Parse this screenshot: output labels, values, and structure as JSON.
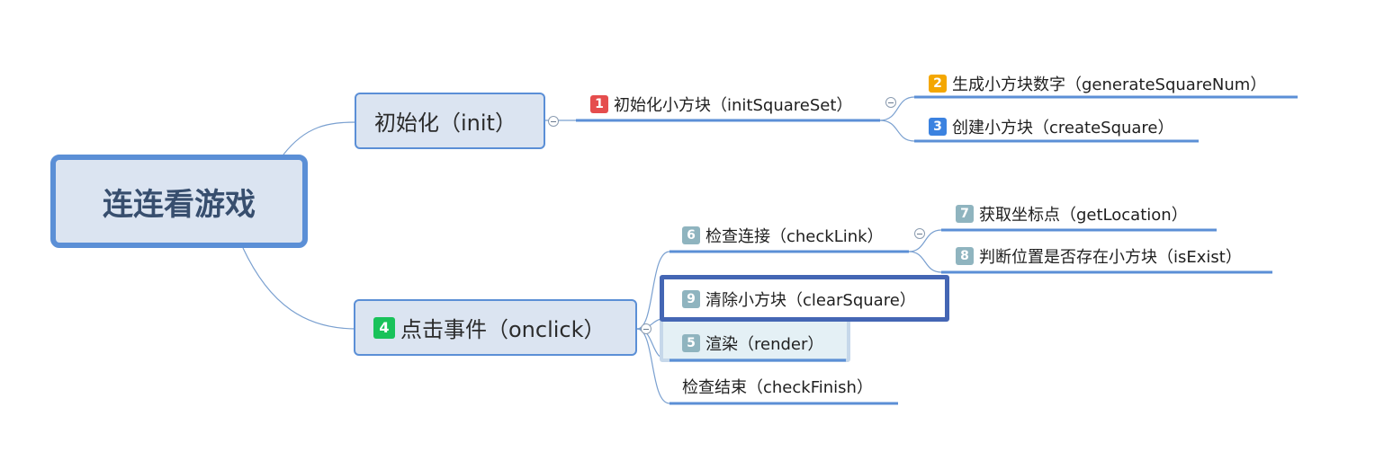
{
  "root": {
    "label": "连连看游戏"
  },
  "branches": [
    {
      "label": "初始化（init）",
      "children": [
        {
          "badge": "1",
          "label": "初始化小方块（initSquareSet）",
          "children": [
            {
              "badge": "2",
              "label": "生成小方块数字（generateSquareNum）"
            },
            {
              "badge": "3",
              "label": "创建小方块（createSquare）"
            }
          ]
        }
      ]
    },
    {
      "badge": "4",
      "label": "点击事件（onclick）",
      "children": [
        {
          "badge": "6",
          "label": "检查连接（checkLink）",
          "children": [
            {
              "badge": "7",
              "label": "获取坐标点（getLocation）"
            },
            {
              "badge": "8",
              "label": "判断位置是否存在小方块（isExist）"
            }
          ]
        },
        {
          "badge": "9",
          "label": "清除小方块（clearSquare）"
        },
        {
          "badge": "5",
          "label": "渲染（render）"
        },
        {
          "label": "检查结束（checkFinish）"
        }
      ]
    }
  ],
  "colors": {
    "accent": "#5b8fd6",
    "node_fill": "#dbe4f1",
    "selection": "#4466b4",
    "connector": "#6f93c8"
  }
}
